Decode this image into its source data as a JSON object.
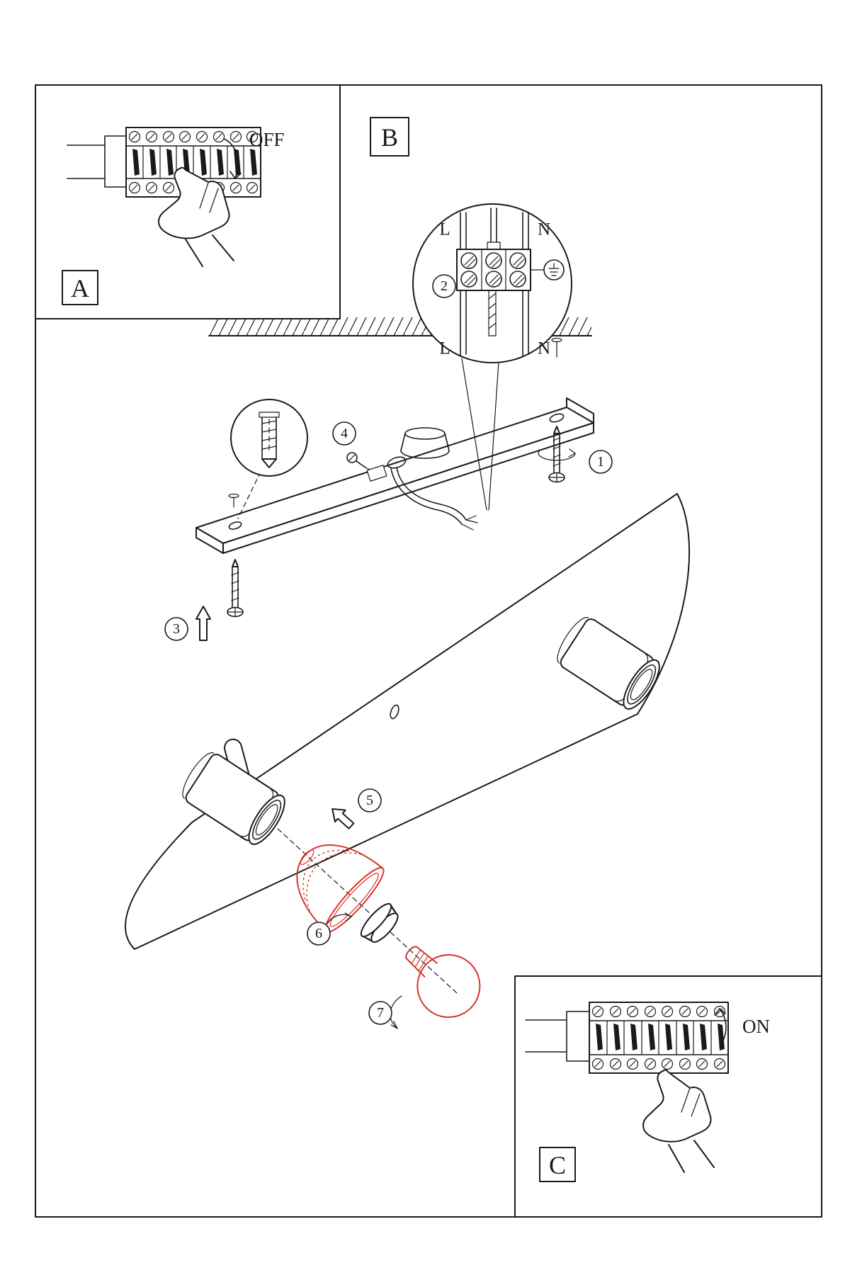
{
  "panels": {
    "a_label": "A",
    "b_label": "B",
    "c_label": "C"
  },
  "breaker": {
    "off_label": "OFF",
    "on_label": "ON"
  },
  "wiring": {
    "live_top": "L",
    "neutral_top": "N",
    "live_bottom": "L",
    "neutral_bottom": "N"
  },
  "steps": {
    "s1": "1",
    "s2": "2",
    "s3": "3",
    "s4": "4",
    "s5": "5",
    "s6": "6",
    "s7": "7"
  },
  "colors": {
    "line": "#1a1a1a",
    "red": "#d7342a",
    "paper": "#ffffff"
  }
}
